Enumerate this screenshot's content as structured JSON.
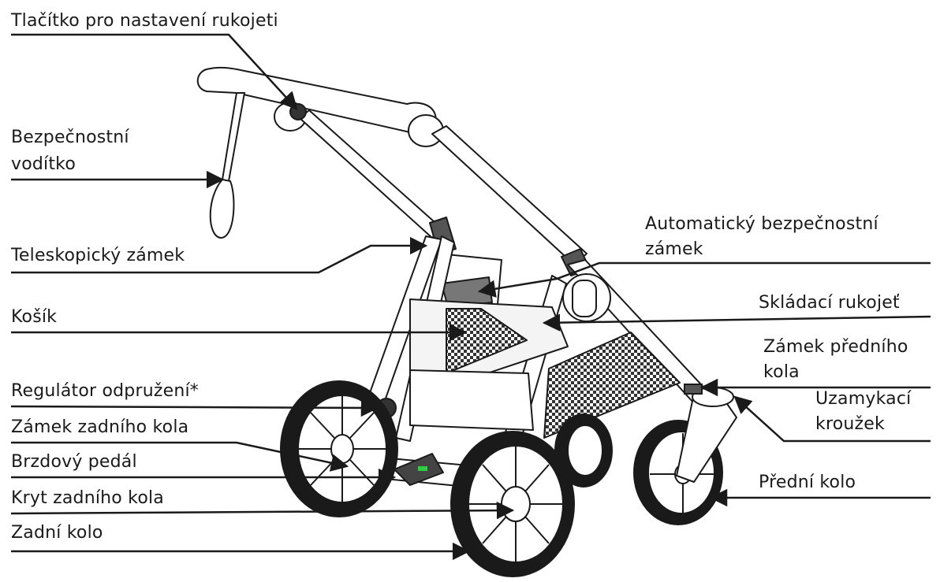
{
  "labels": {
    "handle_button": "Tlačítko pro nastavení rukojeti",
    "safety_strap_line1": "Bezpečnostní",
    "safety_strap_line2": "vodítko",
    "telescopic_lock": "Teleskopický zámek",
    "auto_lock_line1": "Automatický bezpečnostní",
    "auto_lock_line2": "zámek",
    "basket": "Košík",
    "fold_handle": "Skládací rukojeť",
    "front_wheel_lock_line1": "Zámek předního",
    "front_wheel_lock_line2": "kola",
    "suspension": "Regulátor odpružení*",
    "locking_ring_line1": "Uzamykací",
    "locking_ring_line2": "kroužek",
    "rear_wheel_lock": "Zámek zadního kola",
    "brake_pedal": "Brzdový pedál",
    "front_wheel": "Přední kolo",
    "rear_wheel_cover": "Kryt zadního kola",
    "rear_wheel": "Zadní kolo"
  },
  "colors": {
    "line": "#1a1a1a",
    "frame": "#ffffff",
    "accent": "#2ecc40"
  }
}
